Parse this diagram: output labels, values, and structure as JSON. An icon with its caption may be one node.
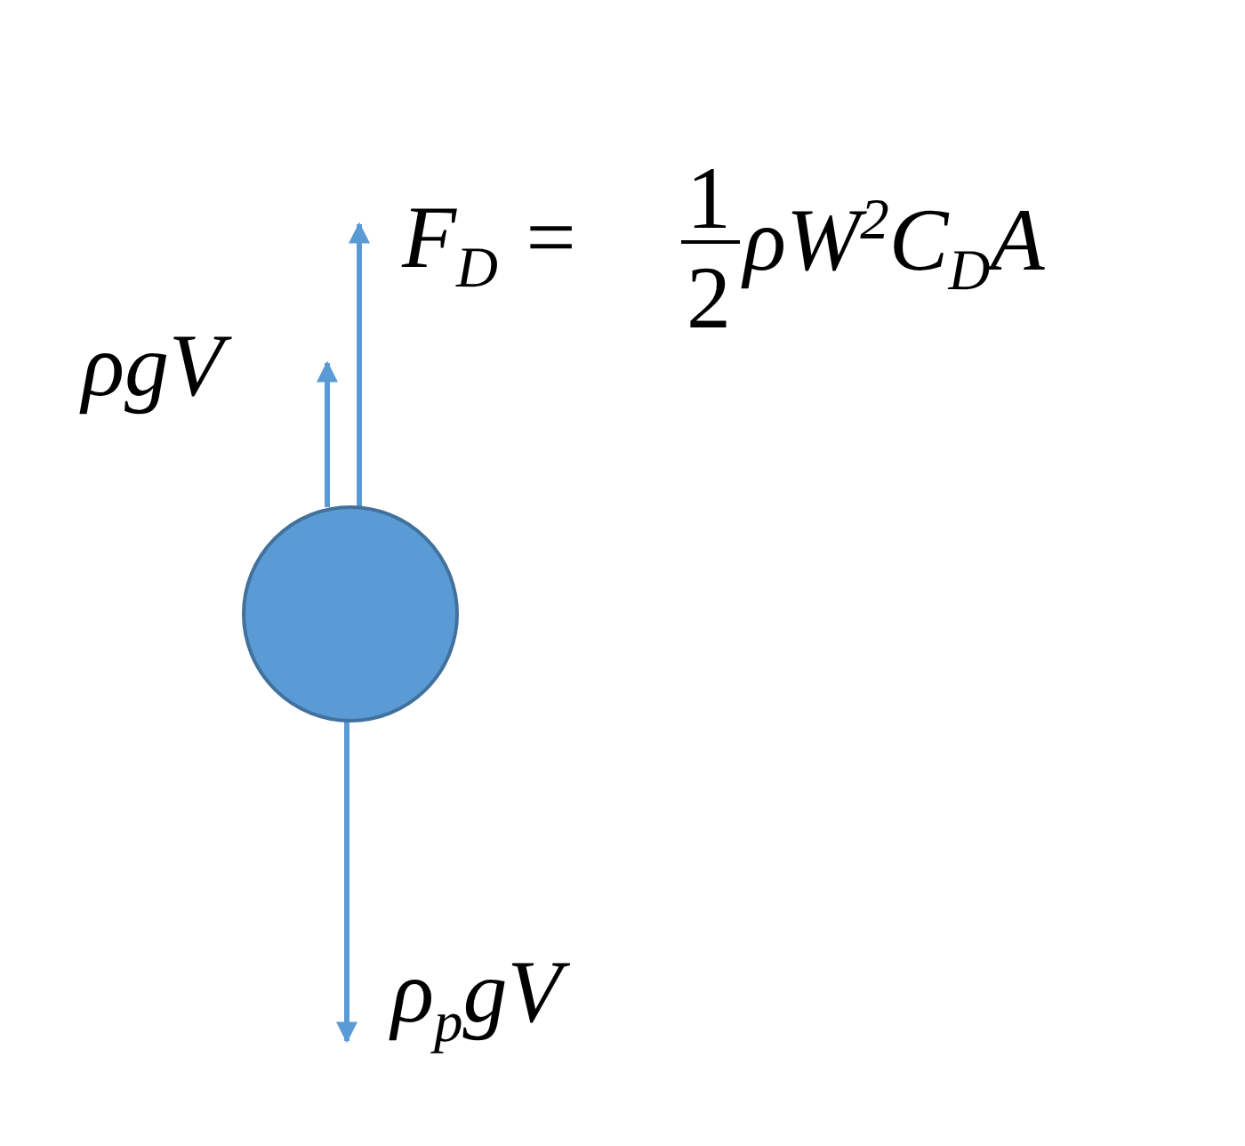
{
  "diagram": {
    "nodes": [
      {
        "text": [],
        "shape": "circle"
      }
    ],
    "labels": [
      "F$_{D}$ =",
      "1",
      "2",
      "ρW$^{2}$C$_{D}$A",
      "ρgV",
      "ρ$_{p}$gV"
    ]
  }
}
